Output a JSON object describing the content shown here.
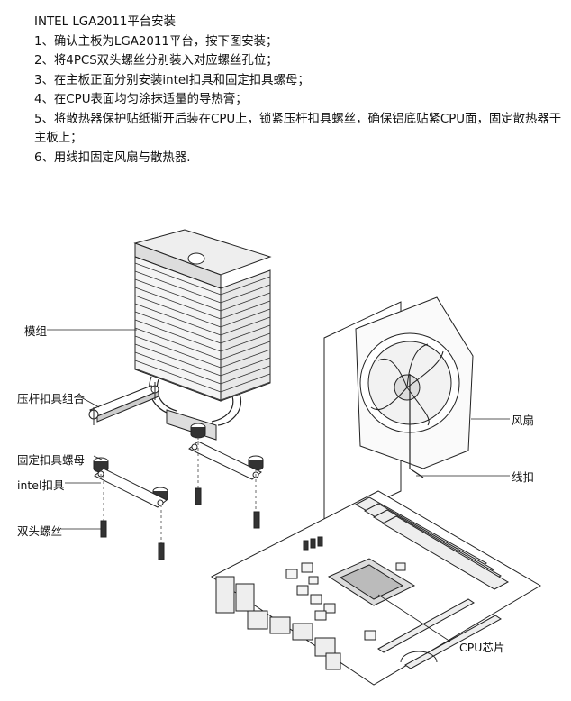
{
  "instructions": {
    "title": "INTEL LGA2011平台安装",
    "steps": [
      "1、确认主板为LGA2011平台，按下图安装；",
      "2、将4PCS双头螺丝分别装入对应螺丝孔位；",
      "3、在主板正面分别安装intel扣具和固定扣具螺母；",
      "4、在CPU表面均匀涂抹适量的导热膏；",
      "5、将散热器保护贴纸撕开后装在CPU上，锁紧压杆扣具螺丝，确保铝底贴紧CPU面，固定散热器于主板上；",
      "6、用线扣固定风扇与散热器."
    ]
  },
  "labels": {
    "module": "模组",
    "clamp_assembly": "压杆扣具组合",
    "nut": "固定扣具螺母",
    "intel_bracket": "intel扣具",
    "double_screw": "双头螺丝",
    "fan": "风扇",
    "wire_clip": "线扣",
    "cpu_chip": "CPU芯片"
  }
}
